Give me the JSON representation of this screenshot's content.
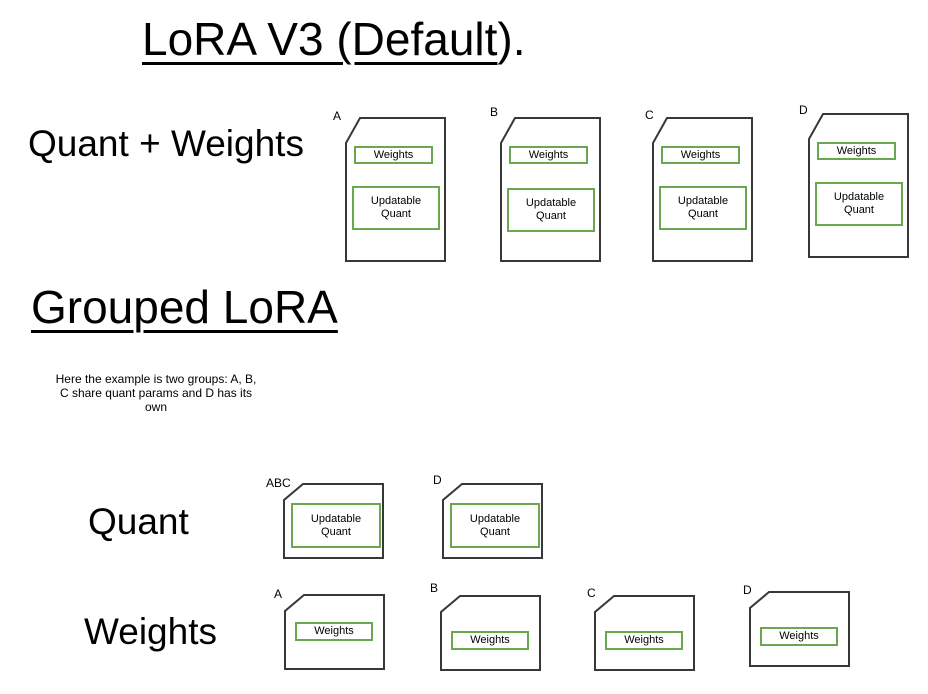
{
  "title": {
    "underlined": "LoRA V3 (Default",
    "rest": ")."
  },
  "section_default": {
    "row_label": "Quant + Weights",
    "docs": [
      {
        "letter": "A",
        "top_box": "Weights",
        "bottom_box": "Updatable Quant"
      },
      {
        "letter": "B",
        "top_box": "Weights",
        "bottom_box": "Updatable Quant"
      },
      {
        "letter": "C",
        "top_box": "Weights",
        "bottom_box": "Updatable Quant"
      },
      {
        "letter": "D",
        "top_box": "Weights",
        "bottom_box": "Updatable Quant"
      }
    ]
  },
  "section_grouped": {
    "heading": "Grouped LoRA",
    "note_lines": [
      "Here the example is two groups: A, B,",
      "C share quant params and D has its",
      "own"
    ],
    "quant_row": {
      "label": "Quant",
      "docs": [
        {
          "letter": "ABC",
          "box": "Updatable Quant"
        },
        {
          "letter": "D",
          "box": "Updatable Quant"
        }
      ]
    },
    "weights_row": {
      "label": "Weights",
      "docs": [
        {
          "letter": "A",
          "box": "Weights"
        },
        {
          "letter": "B",
          "box": "Weights"
        },
        {
          "letter": "C",
          "box": "Weights"
        },
        {
          "letter": "D",
          "box": "Weights"
        }
      ]
    }
  },
  "colors": {
    "doc_outline": "#383838",
    "box_green": "#6aa84f",
    "background": "#ffffff"
  }
}
